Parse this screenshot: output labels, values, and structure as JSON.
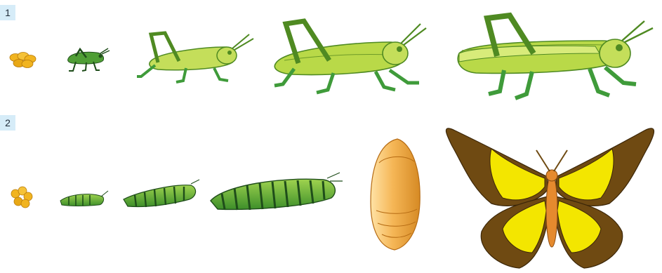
{
  "rows": [
    {
      "label": "1",
      "insect": "grasshopper",
      "stages": [
        "egg-cluster",
        "nymph-1",
        "nymph-2",
        "nymph-3",
        "adult-grasshopper"
      ]
    },
    {
      "label": "2",
      "insect": "butterfly",
      "stages": [
        "egg-cluster",
        "caterpillar-small",
        "caterpillar-medium",
        "caterpillar-large",
        "pupa",
        "adult-butterfly"
      ]
    }
  ],
  "colors": {
    "label_bg": "#d6ecf8",
    "grasshopper_body": "#b9d948",
    "grasshopper_legs": "#3f9b3a",
    "egg": "#f1b420",
    "caterpillar_body": "#6fb837",
    "caterpillar_stripe": "#1f4d1a",
    "pupa": "#f3b453",
    "butterfly_brown": "#6f4a12",
    "butterfly_yellow": "#f3e600",
    "butterfly_body": "#e58a2e"
  }
}
